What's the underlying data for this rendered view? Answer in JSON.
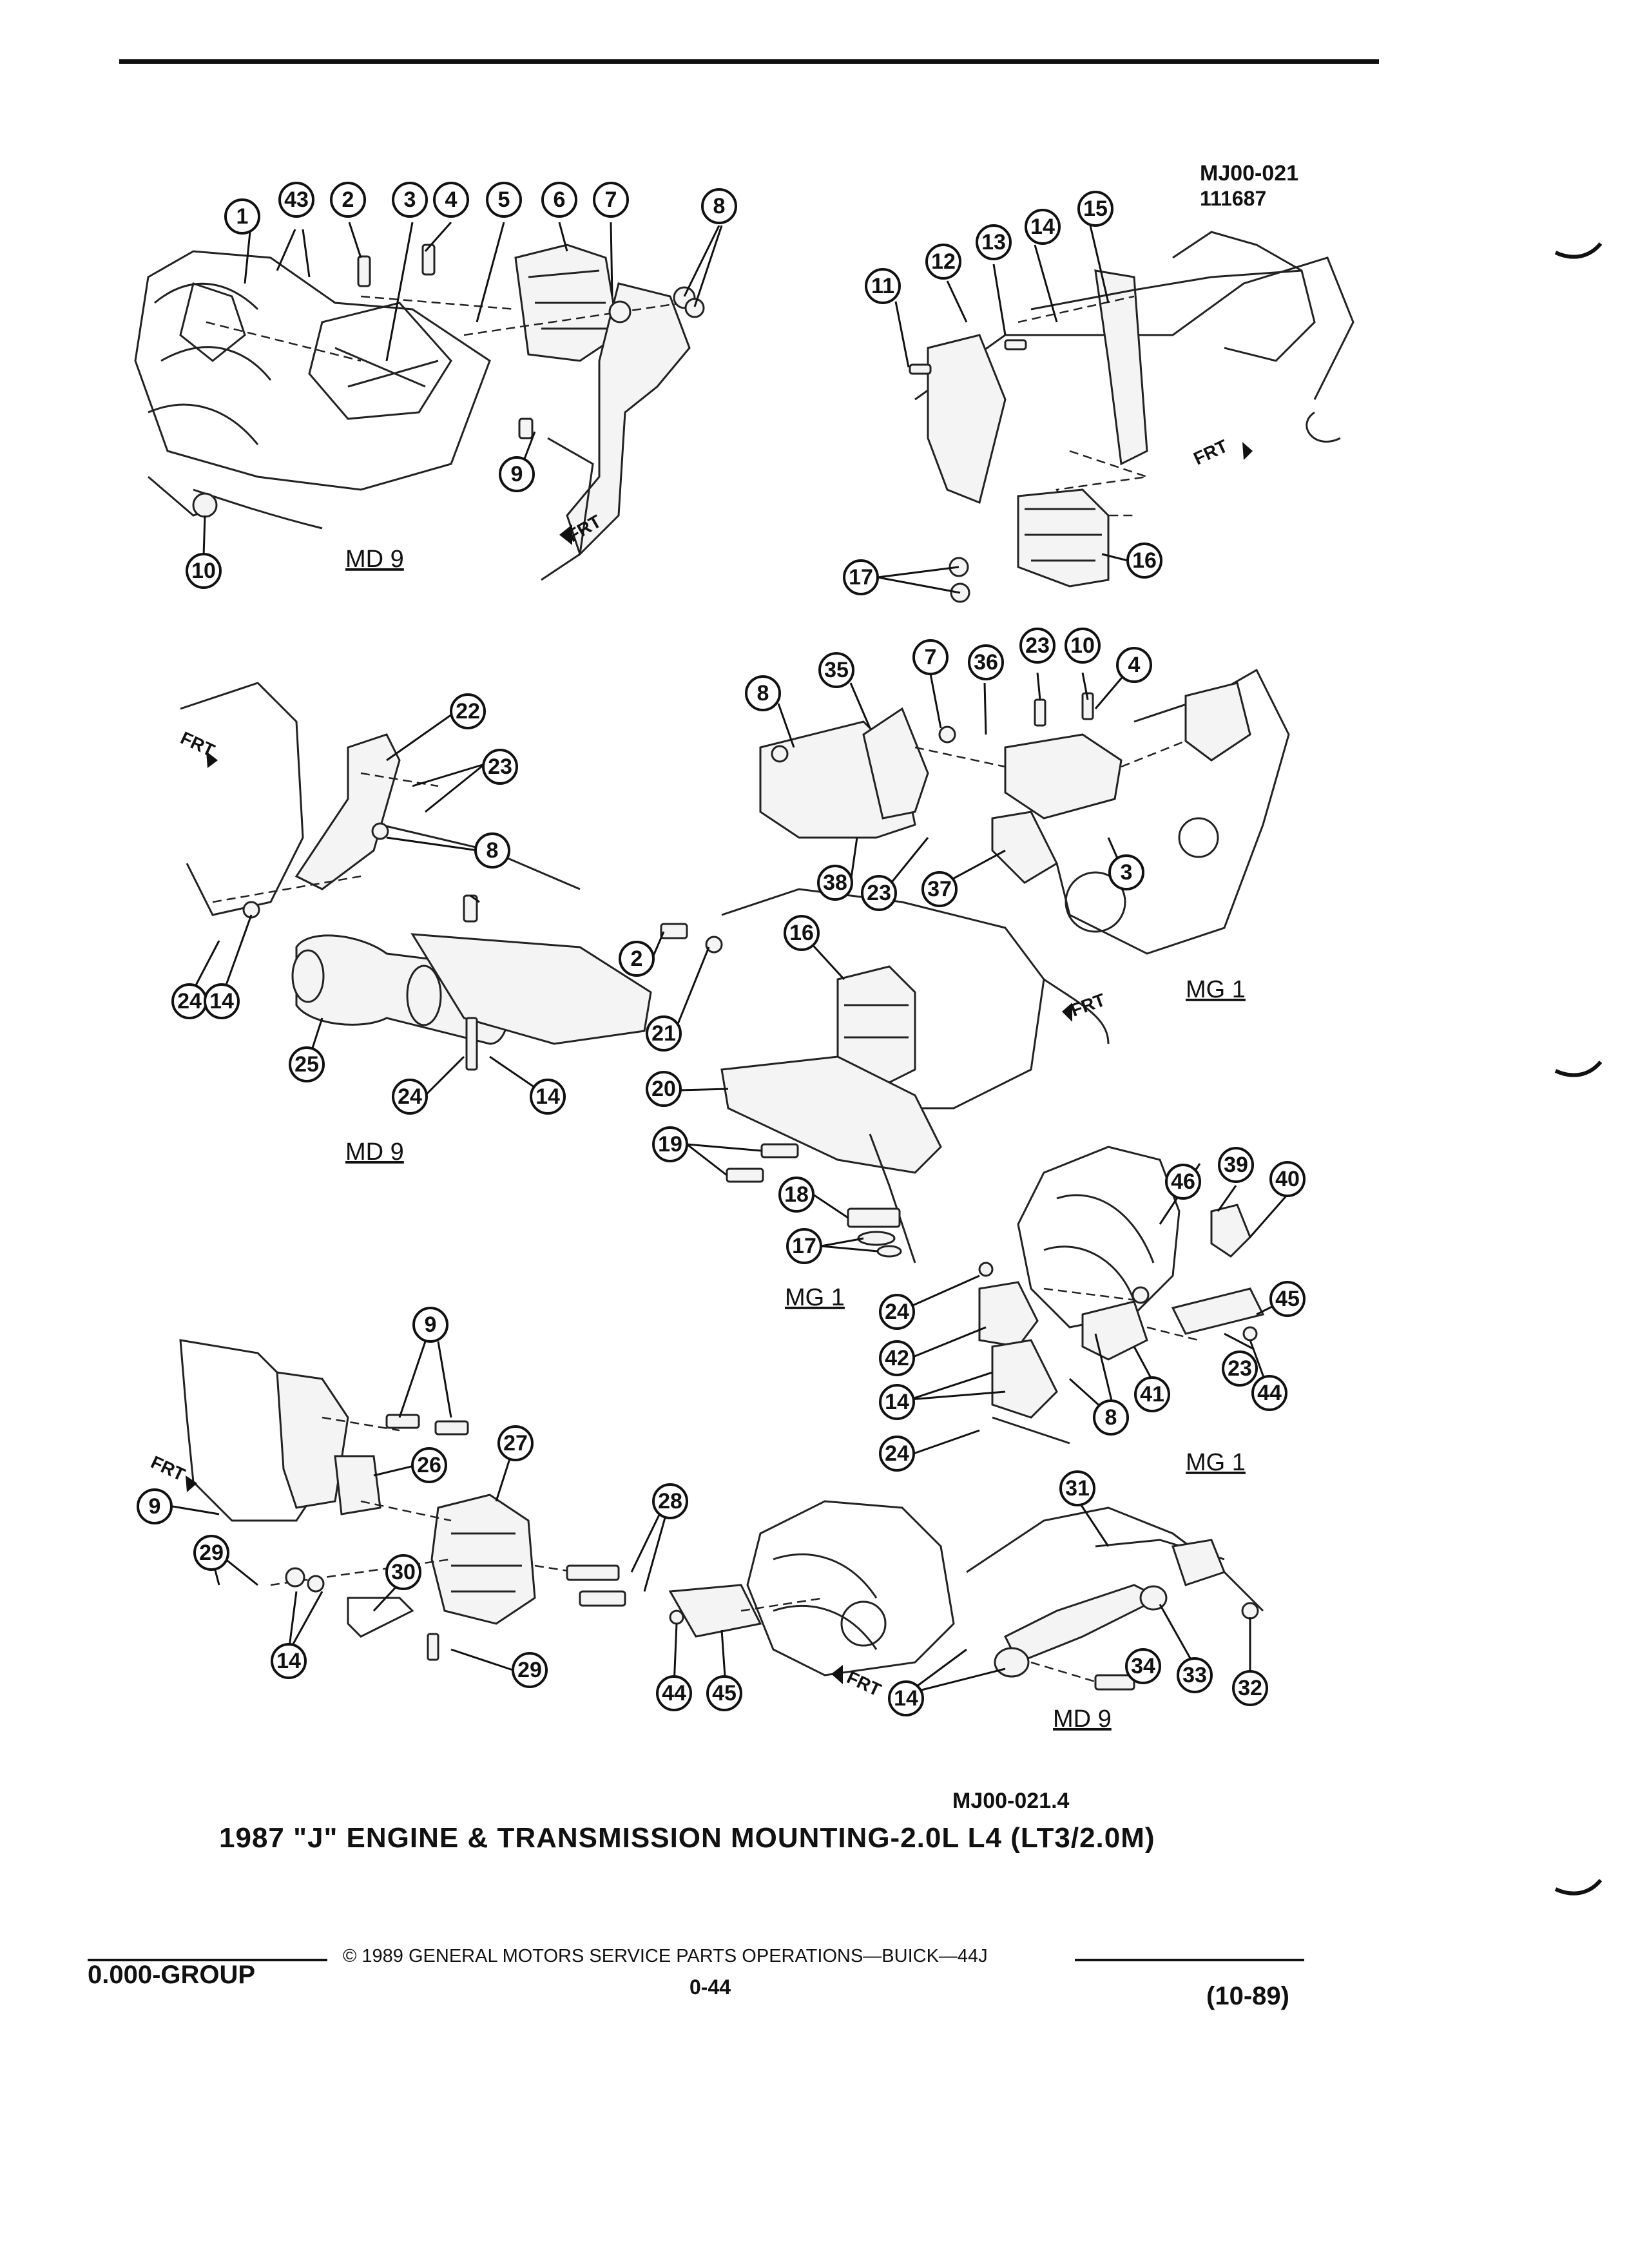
{
  "header": {
    "ref_code": "MJ00-021",
    "ref_date": "111687"
  },
  "figure": {
    "code": "MJ00-021.4",
    "title": "1987 \"J\" ENGINE & TRANSMISSION MOUNTING-2.0L L4 (LT3/2.0M)"
  },
  "group_labels": {
    "md9": "MD 9",
    "mg1": "MG 1"
  },
  "frt_label": "FRT",
  "footer": {
    "group": "0.000-GROUP",
    "copyright": "© 1989 GENERAL MOTORS SERVICE PARTS OPERATIONS—BUICK—44J",
    "page": "0-44",
    "revision": "(10-89)"
  }
}
